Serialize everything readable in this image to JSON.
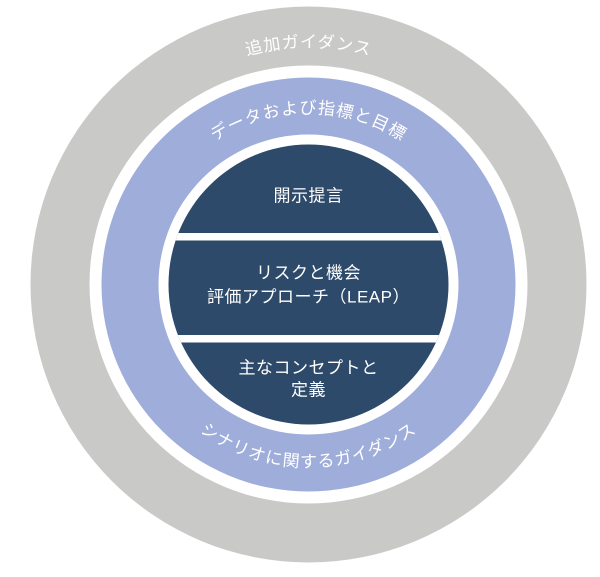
{
  "background_color": "#ffffff",
  "label_text_color": "#ffffff",
  "diagram": {
    "outer_ring": {
      "label": "追加ガイダンス",
      "color": "#c9c9c8"
    },
    "middle_ring": {
      "top_label": "データおよび指標と目標",
      "bottom_label": "シナリオに関するガイダンス",
      "color": "#9fadda"
    },
    "inner_circle": {
      "color": "#2e4a6a",
      "segments": [
        {
          "lines": [
            "開示提言"
          ]
        },
        {
          "lines": [
            "リスクと機会",
            "評価アプローチ（LEAP）"
          ]
        },
        {
          "lines": [
            "主なコンセプトと",
            "定義"
          ]
        }
      ]
    }
  }
}
